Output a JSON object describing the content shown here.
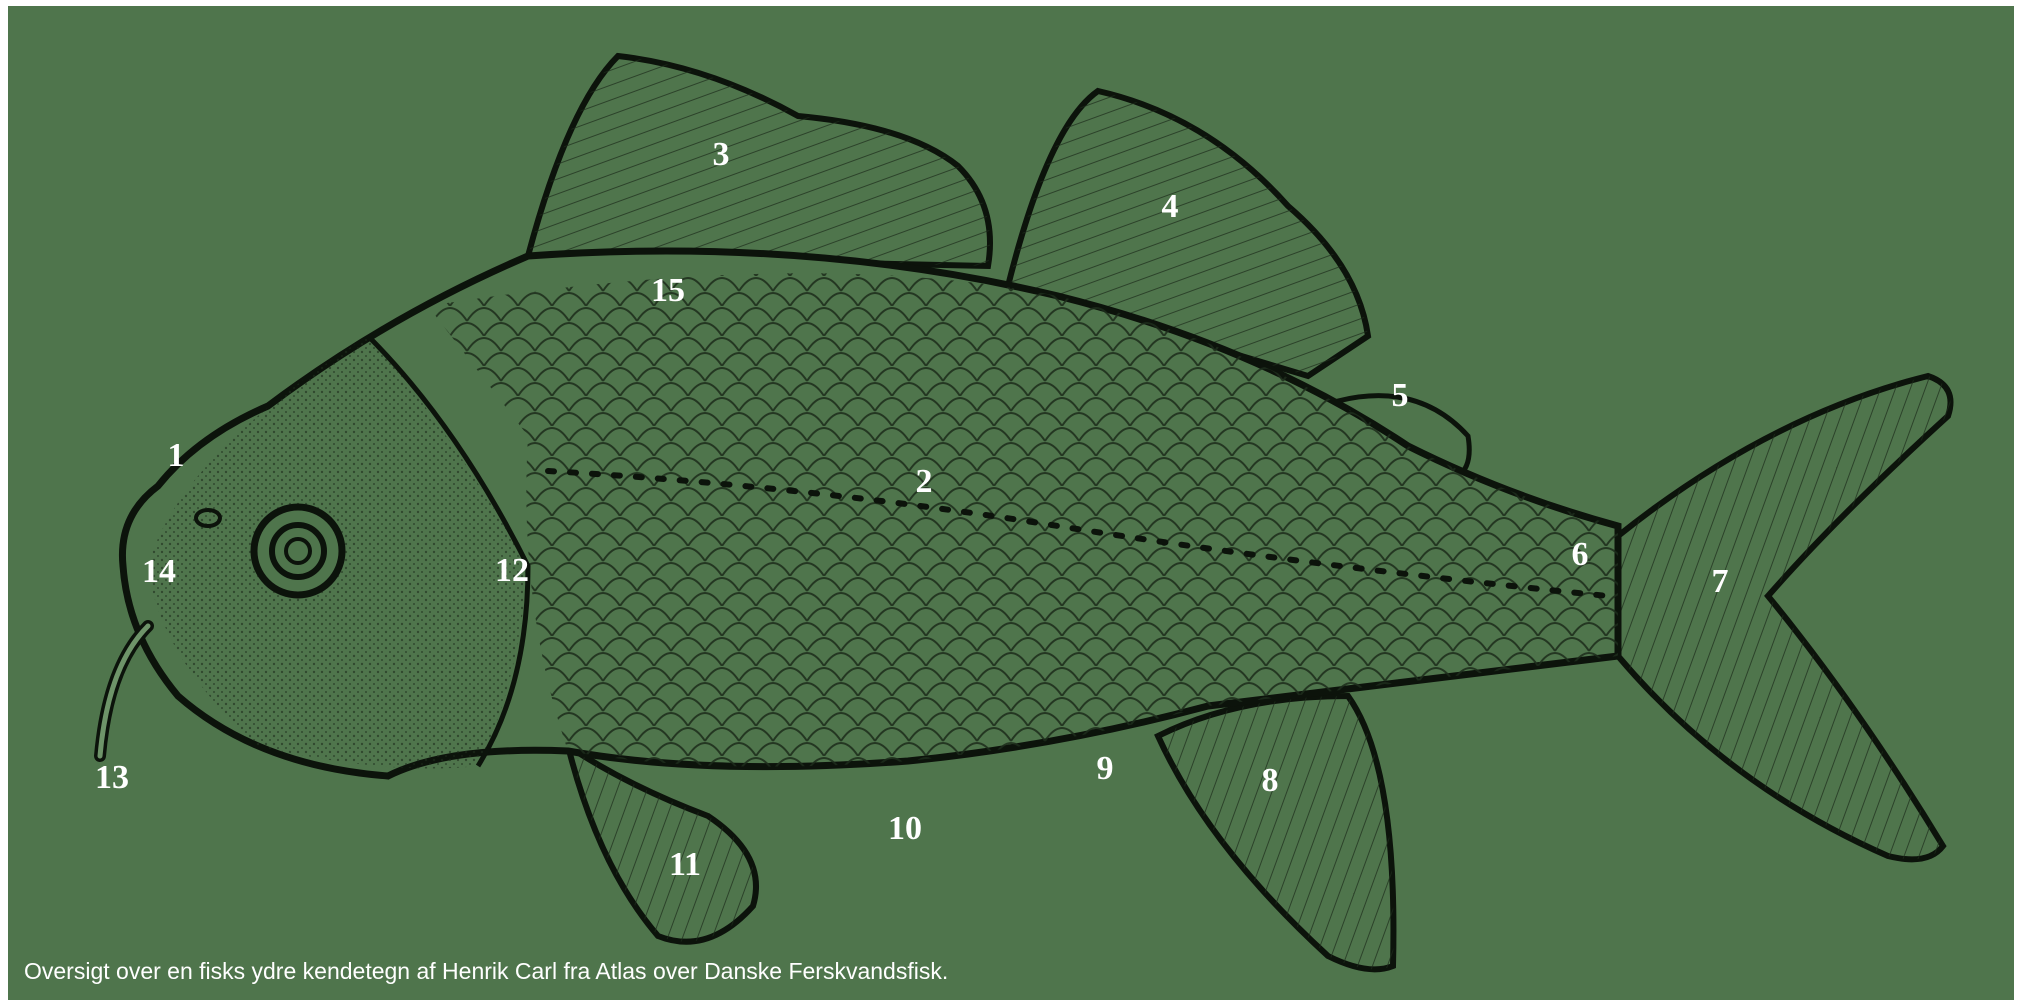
{
  "diagram": {
    "background_color": "#4f754c",
    "outline_color": "#0c130b",
    "label_color": "#ffffff",
    "labels": [
      "1",
      "2",
      "3",
      "4",
      "5",
      "6",
      "7",
      "8",
      "9",
      "10",
      "11",
      "12",
      "13",
      "14",
      "15"
    ],
    "caption": "Oversigt over en fisks ydre kendetegn af Henrik Carl fra Atlas over Danske Ferskvandsfisk."
  }
}
